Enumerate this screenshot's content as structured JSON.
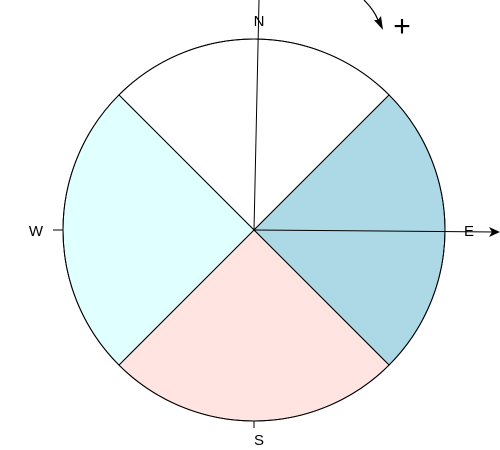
{
  "compass": {
    "north_label": "N",
    "east_label": "E",
    "south_label": "S",
    "west_label": "W"
  },
  "sectors": [
    {
      "id": "north",
      "from_deg": -45,
      "to_deg": 45,
      "color": "#ffffff"
    },
    {
      "id": "east",
      "from_deg": 45,
      "to_deg": 135,
      "color": "#add8e6"
    },
    {
      "id": "south",
      "from_deg": 135,
      "to_deg": 225,
      "color": "#ffe4e1"
    },
    {
      "id": "west",
      "from_deg": 225,
      "to_deg": 315,
      "color": "#e0ffff"
    }
  ],
  "rotation_indicator": {
    "symbol": "+",
    "direction": "clockwise"
  },
  "colors": {
    "stroke": "#000000",
    "background": "#ffffff"
  }
}
